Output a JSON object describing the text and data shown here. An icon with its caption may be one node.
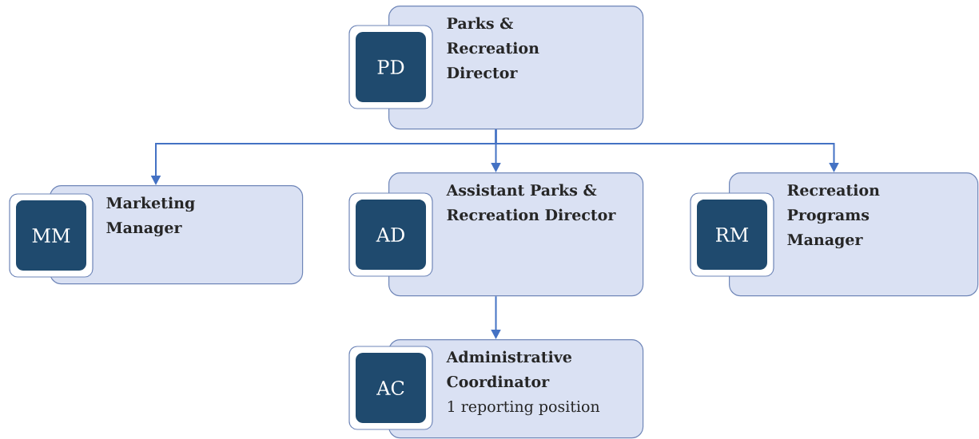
{
  "diagram": {
    "nodes": [
      {
        "text": [
          "PD"
        ]
      },
      {
        "text": [
          "Parks & Recreation Director"
        ]
      },
      {
        "text": [
          "MM"
        ]
      },
      {
        "text": [
          "Marketing Manager"
        ]
      },
      {
        "text": [
          "AD"
        ]
      },
      {
        "text": [
          "Assistant Parks & Recreation Director"
        ]
      },
      {
        "text": [
          "RM"
        ]
      },
      {
        "text": [
          "Recreation Programs Manager"
        ]
      },
      {
        "text": [
          "AC"
        ]
      },
      {
        "text": [
          "Administrative Coordinator",
          "1 reporting position"
        ]
      }
    ],
    "edges": [
      {
        "from": 1,
        "to": 3,
        "arrow": "to"
      },
      {
        "from": 1,
        "to": 5,
        "arrow": "to"
      },
      {
        "from": 1,
        "to": 7,
        "arrow": "to"
      },
      {
        "from": 5,
        "to": 9,
        "arrow": "to"
      }
    ]
  }
}
